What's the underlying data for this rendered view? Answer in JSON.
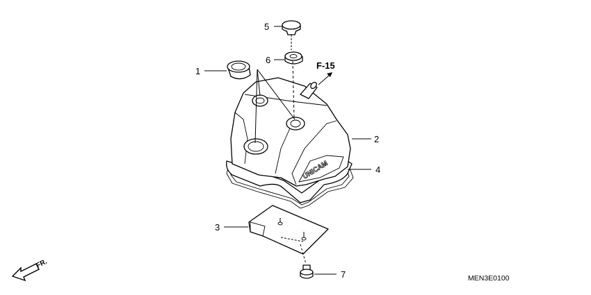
{
  "callouts": [
    {
      "id": "1",
      "label": "1"
    },
    {
      "id": "2",
      "label": "2"
    },
    {
      "id": "3",
      "label": "3"
    },
    {
      "id": "4",
      "label": "4"
    },
    {
      "id": "5",
      "label": "5"
    },
    {
      "id": "6",
      "label": "6"
    },
    {
      "id": "7",
      "label": "7"
    }
  ],
  "reference": "F-15",
  "front_indicator": "FR.",
  "cover_logo": "UNICAM",
  "diagram_code": "MEN3E0100"
}
